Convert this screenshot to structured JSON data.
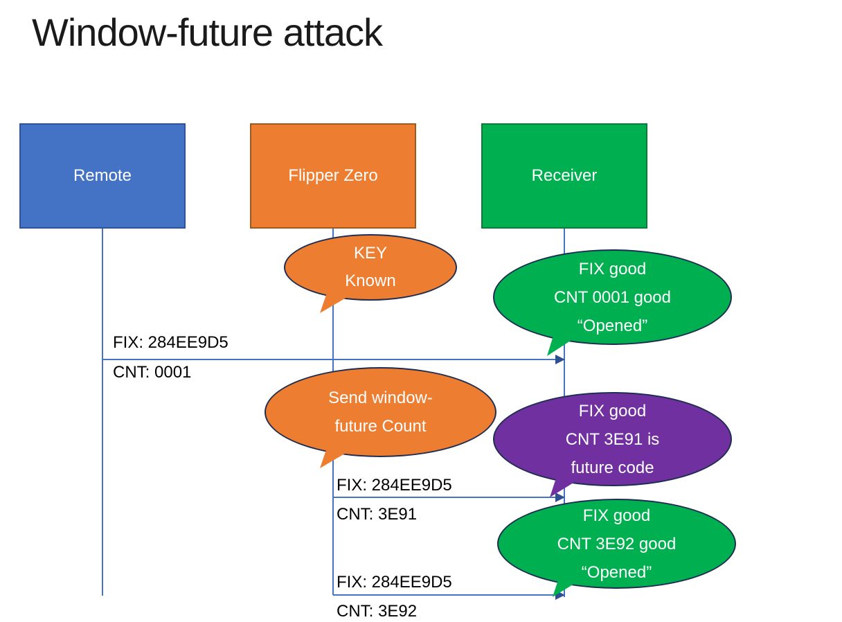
{
  "title": "Window-future attack",
  "colors": {
    "blue": "#4472C4",
    "orange": "#ED7D31",
    "green": "#00B050",
    "purple": "#7030A0",
    "line": "#4472C4",
    "arrowhead": "#2F4F8F",
    "label_text": "#000000",
    "bubble_text": "#FFFFFF"
  },
  "actors": [
    {
      "label": "Remote",
      "fill": "#4472C4"
    },
    {
      "label": "Flipper Zero",
      "fill": "#ED7D31"
    },
    {
      "label": "Receiver",
      "fill": "#00B050"
    }
  ],
  "bubbles": [
    {
      "lines": [
        "KEY",
        "Known"
      ],
      "fill": "#ED7D31"
    },
    {
      "lines": [
        "FIX good",
        "CNT 0001 good",
        "“Opened”"
      ],
      "fill": "#00B050"
    },
    {
      "lines": [
        "Send window-",
        "future Count"
      ],
      "fill": "#ED7D31"
    },
    {
      "lines": [
        "FIX good",
        "CNT 3E91 is",
        "future code"
      ],
      "fill": "#7030A0"
    },
    {
      "lines": [
        "FIX good",
        "CNT 3E92 good",
        "“Opened”"
      ],
      "fill": "#00B050"
    }
  ],
  "messages": [
    {
      "fix": "FIX: 284EE9D5",
      "cnt": "CNT: 0001"
    },
    {
      "fix": "FIX: 284EE9D5",
      "cnt": "CNT: 3E91"
    },
    {
      "fix": "FIX: 284EE9D5",
      "cnt": "CNT: 3E92"
    }
  ]
}
